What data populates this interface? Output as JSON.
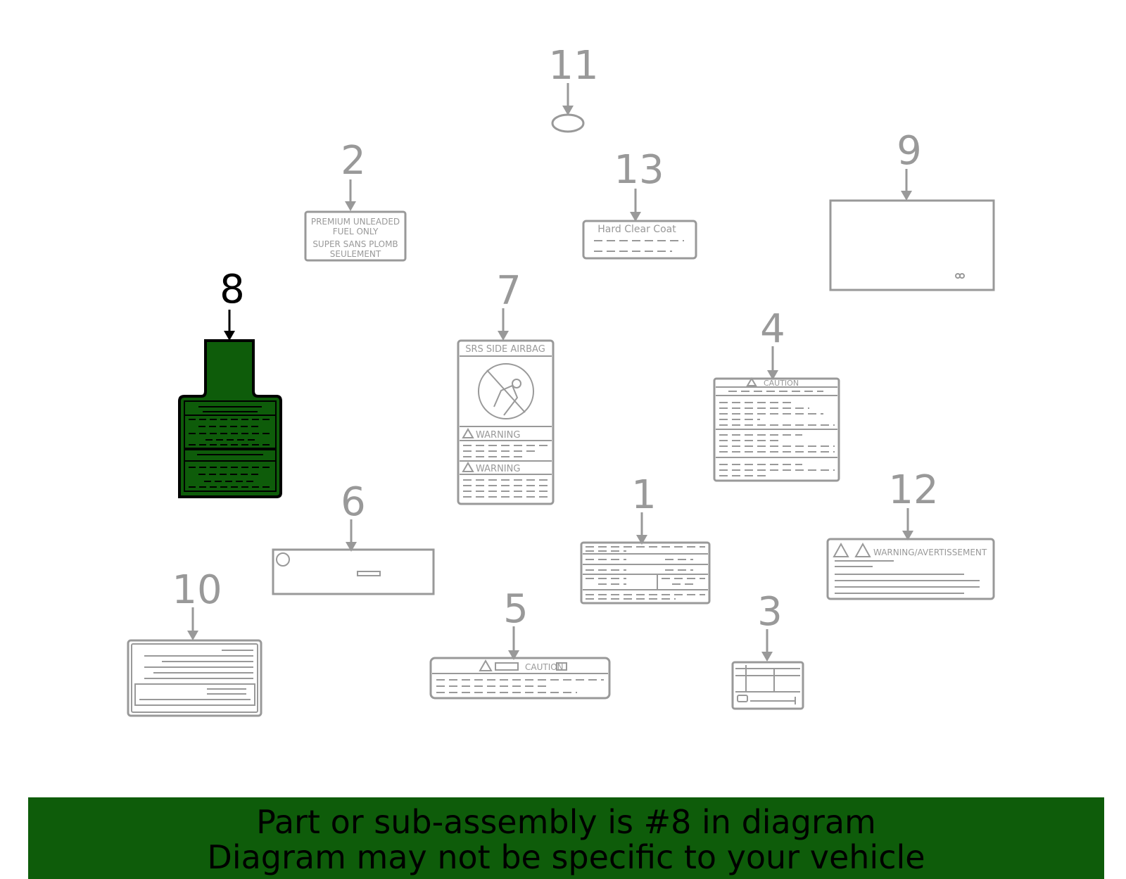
{
  "colors": {
    "highlight": "#0e5c0a",
    "part_stroke": "#999999",
    "selected_stroke": "#000000"
  },
  "callouts": [
    "1",
    "2",
    "3",
    "4",
    "5",
    "6",
    "7",
    "8",
    "9",
    "10",
    "11",
    "12",
    "13"
  ],
  "selected_callout": "8",
  "labels": {
    "part2_line1": "PREMIUM UNLEADED",
    "part2_line2": "FUEL ONLY",
    "part2_line3": "SUPER SANS PLOMB",
    "part2_line4": "SEULEMENT",
    "part13": "Hard Clear Coat",
    "part7_title": "SRS SIDE AIRBAG",
    "part7_warning1": "WARNING",
    "part7_warning2": "WARNING",
    "part4": "CAUTION",
    "part12": "WARNING/AVERTISSEMENT",
    "part5": "CAUTION"
  },
  "banner": {
    "line1": "Part or sub-assembly is #8 in diagram",
    "line2": "Diagram may not be specific to your vehicle"
  }
}
